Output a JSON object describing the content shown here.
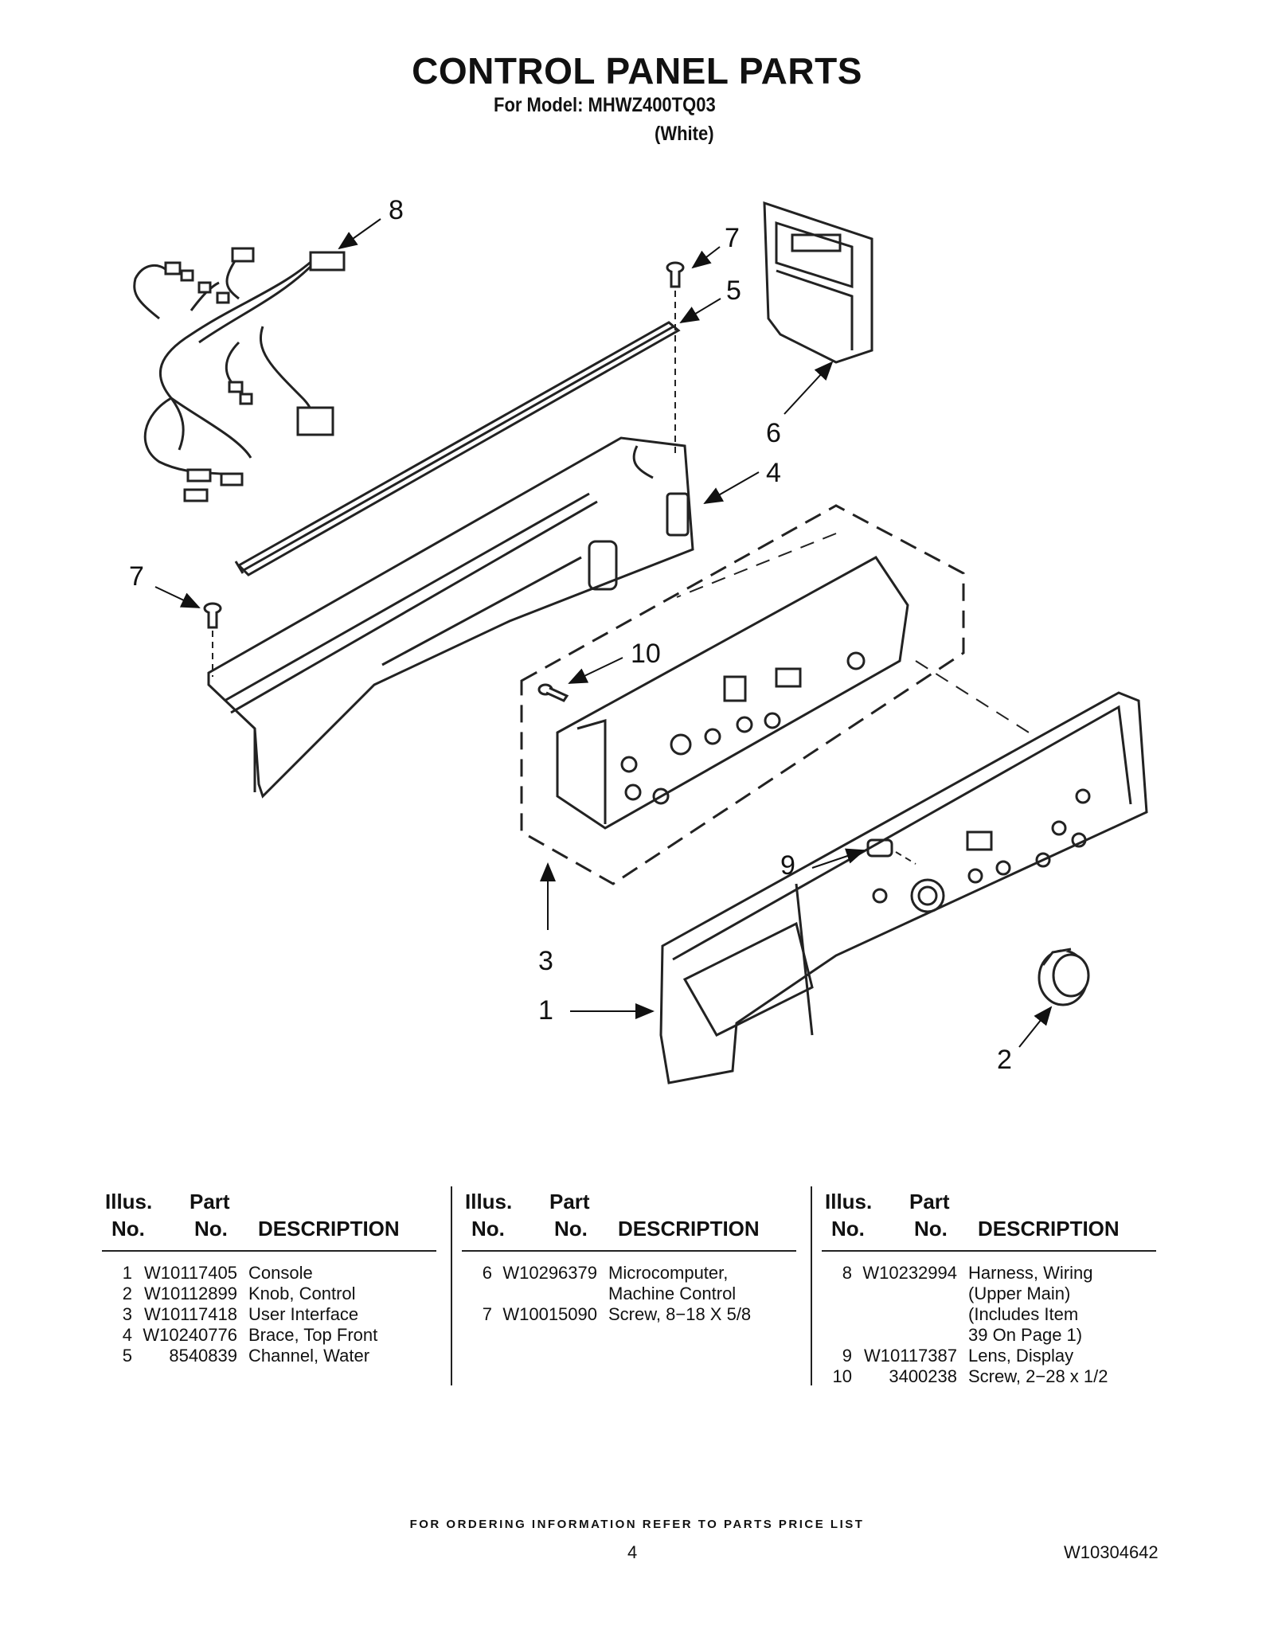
{
  "header": {
    "title": "CONTROL PANEL PARTS",
    "model_line": "For Model: MHWZ400TQ03",
    "color_line": "(White)"
  },
  "diagram": {
    "callouts": [
      "8",
      "7",
      "5",
      "6",
      "4",
      "7",
      "10",
      "9",
      "3",
      "1",
      "2"
    ]
  },
  "table": {
    "columns": [
      {
        "headers": {
          "illus_1": "Illus.",
          "illus_2": "No.",
          "part_1": "Part",
          "part_2": "No.",
          "desc": "DESCRIPTION"
        },
        "rows": [
          {
            "illus": "1",
            "part": "W10117405",
            "desc": "Console"
          },
          {
            "illus": "2",
            "part": "W10112899",
            "desc": "Knob, Control"
          },
          {
            "illus": "3",
            "part": "W10117418",
            "desc": "User Interface"
          },
          {
            "illus": "4",
            "part": "W10240776",
            "desc": "Brace, Top Front"
          },
          {
            "illus": "5",
            "part": "8540839",
            "desc": "Channel, Water"
          }
        ]
      },
      {
        "headers": {
          "illus_1": "Illus.",
          "illus_2": "No.",
          "part_1": "Part",
          "part_2": "No.",
          "desc": "DESCRIPTION"
        },
        "rows": [
          {
            "illus": "6",
            "part": "W10296379",
            "desc": "Microcomputer,"
          },
          {
            "illus": "",
            "part": "",
            "desc": "Machine Control"
          },
          {
            "illus": "7",
            "part": "W10015090",
            "desc": "Screw, 8−18 X 5/8"
          }
        ]
      },
      {
        "headers": {
          "illus_1": "Illus.",
          "illus_2": "No.",
          "part_1": "Part",
          "part_2": "No.",
          "desc": "DESCRIPTION"
        },
        "rows": [
          {
            "illus": "8",
            "part": "W10232994",
            "desc": "Harness, Wiring"
          },
          {
            "illus": "",
            "part": "",
            "desc": "(Upper Main)"
          },
          {
            "illus": "",
            "part": "",
            "desc": "(Includes Item"
          },
          {
            "illus": "",
            "part": "",
            "desc": "39 On Page 1)"
          },
          {
            "illus": "9",
            "part": "W10117387",
            "desc": "Lens, Display"
          },
          {
            "illus": "10",
            "part": "3400238",
            "desc": "Screw, 2−28 x 1/2"
          }
        ]
      }
    ]
  },
  "footer": {
    "ordering_note": "FOR ORDERING INFORMATION REFER TO PARTS PRICE LIST",
    "page_number": "4",
    "doc_number": "W10304642"
  }
}
